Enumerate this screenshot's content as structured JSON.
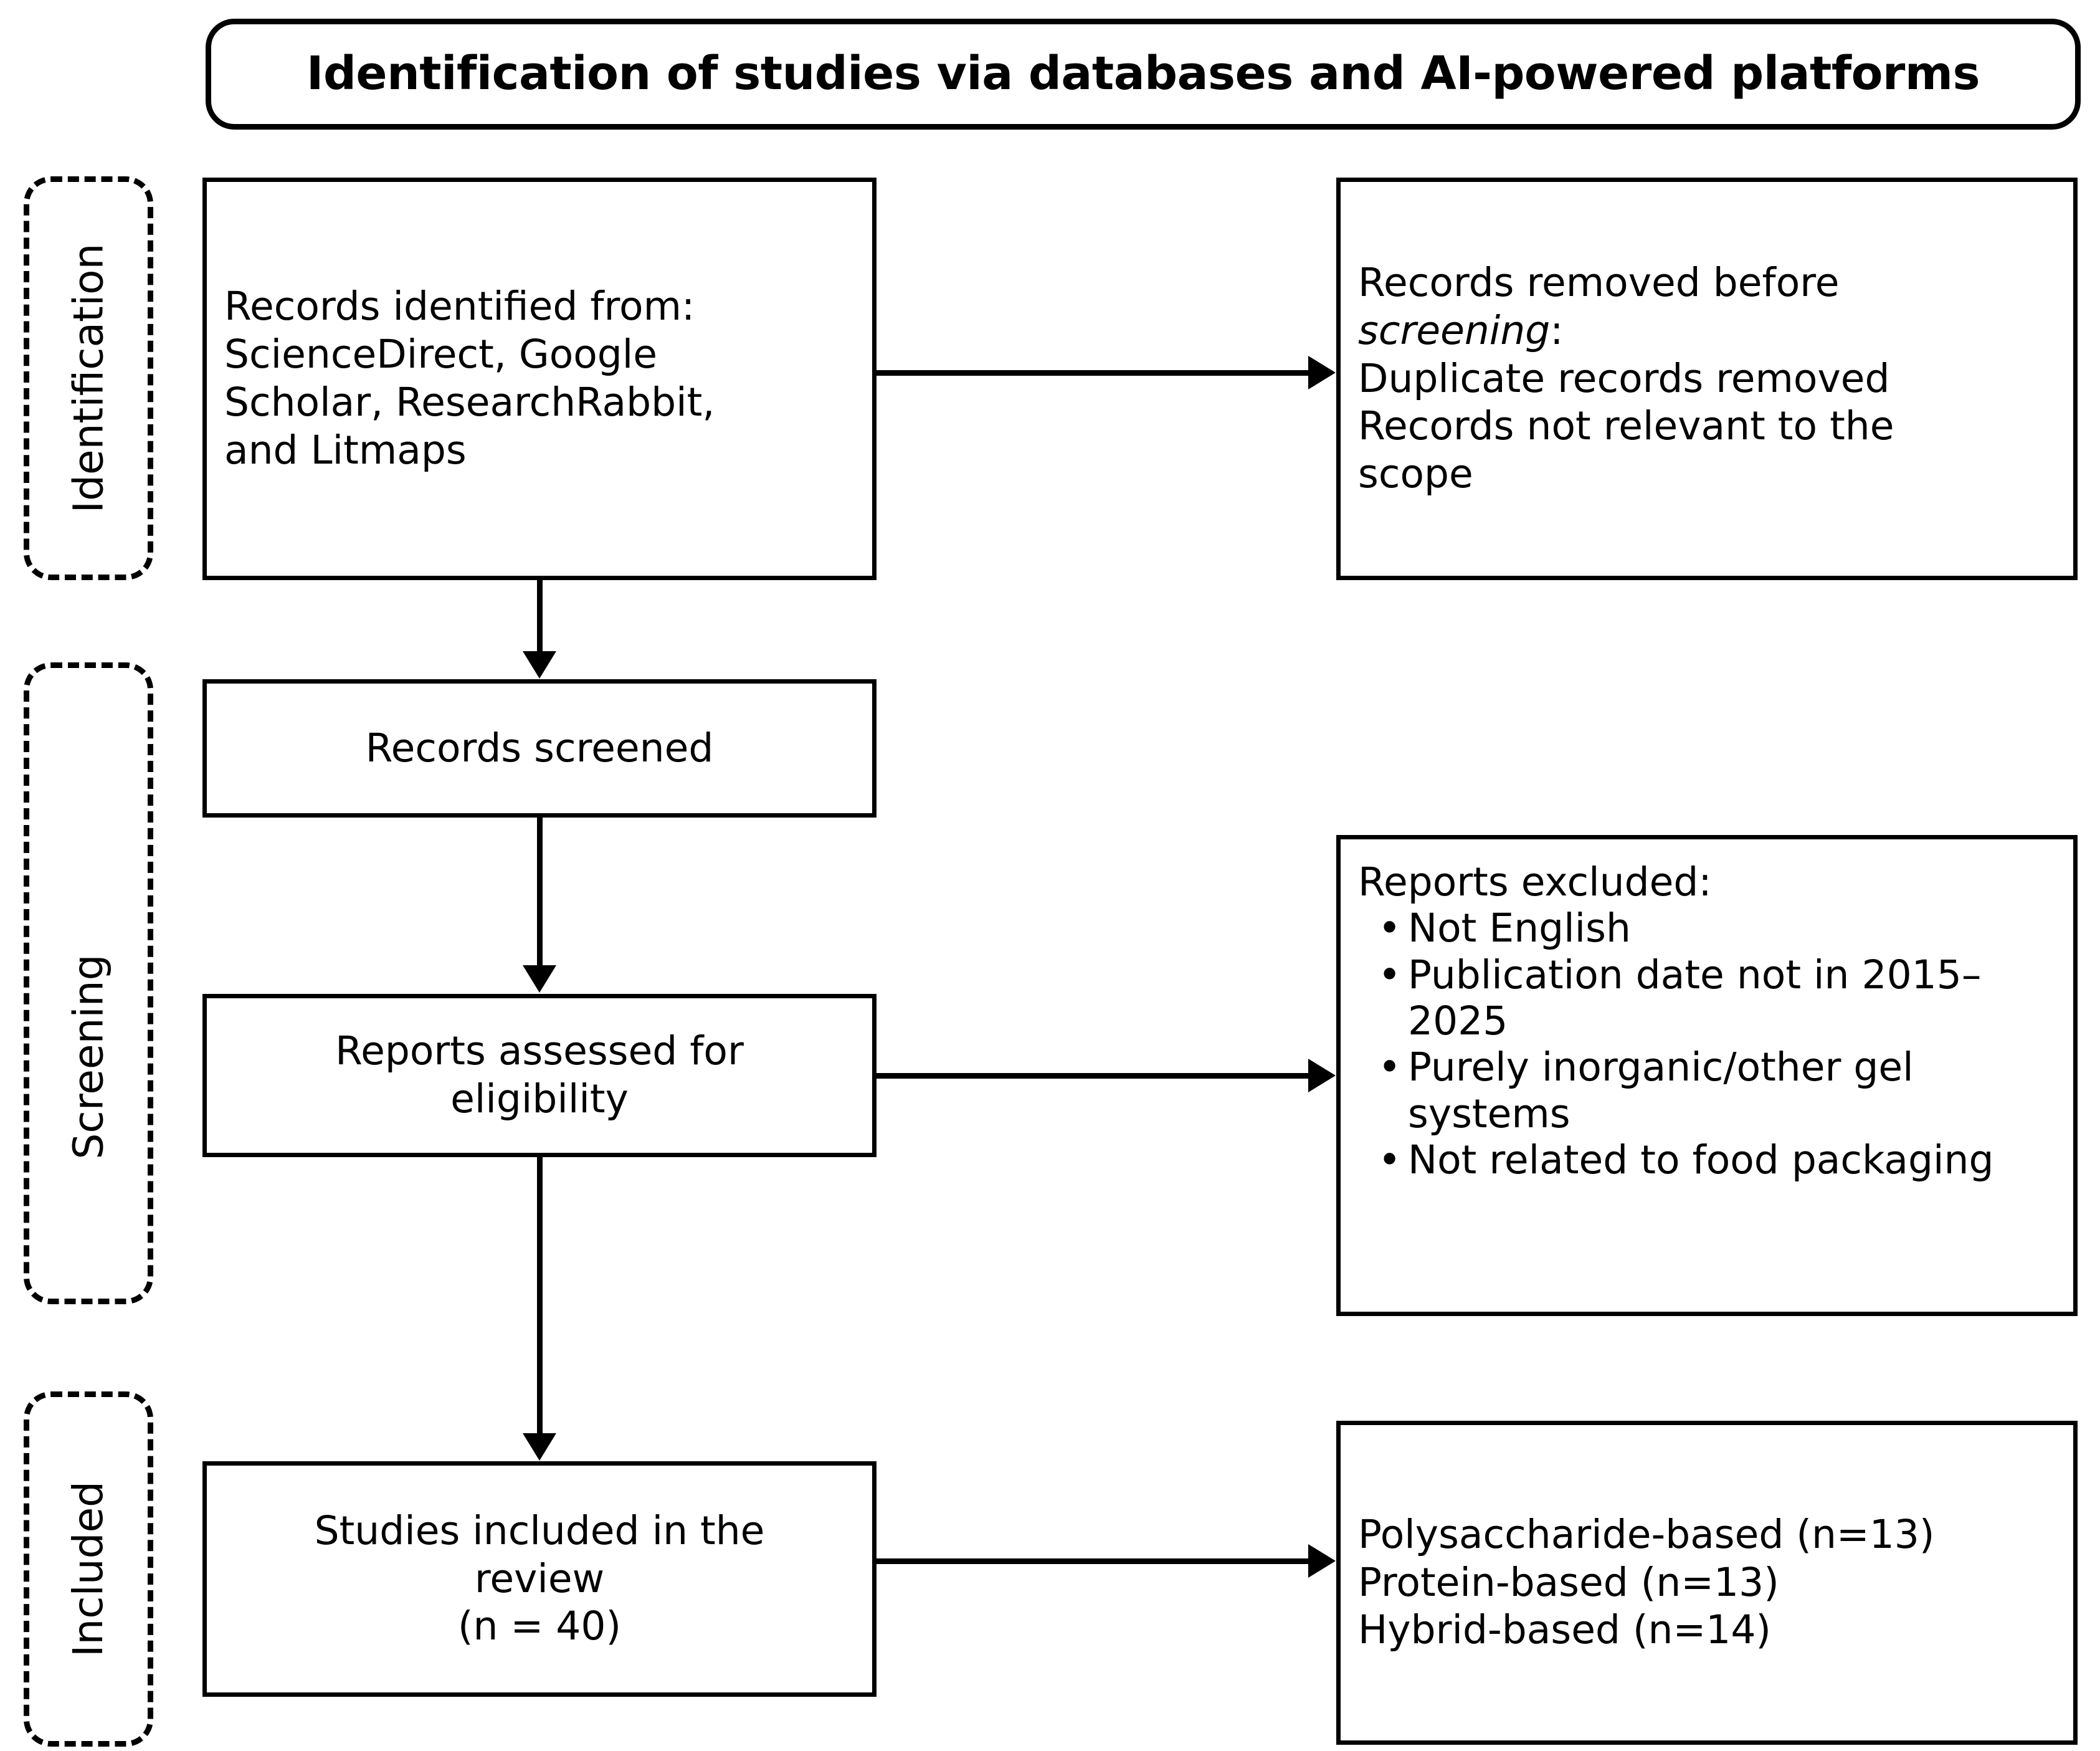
{
  "header": {
    "title": "Identification of studies via databases and AI-powered platforms"
  },
  "phases": {
    "identification": "Identification",
    "screening": "Screening",
    "included": "Included"
  },
  "boxes": {
    "records_identified": "Records identified from:\nScienceDirect, Google\nScholar, ResearchRabbit,\nand Litmaps",
    "records_removed_line1": "Records removed before",
    "records_removed_italic": "screening",
    "records_removed_colon": ":",
    "records_removed_rest": "Duplicate records removed\nRecords not relevant to the\nscope",
    "records_screened": "Records screened",
    "reports_assessed": "Reports assessed for\neligibility",
    "reports_excluded_head": "Reports excluded:",
    "reports_excluded_items": [
      "Not English",
      "Publication date not in 2015–2025",
      "Purely inorganic/other gel systems",
      "Not related to food packaging"
    ],
    "studies_included": "Studies included in the\nreview\n(n = 40)",
    "results": "Polysaccharide-based (n=13)\nProtein-based (n=13)\nHybrid-based (n=14)"
  },
  "icons": {
    "bullet": "•"
  },
  "colors": {
    "stroke": "#000000",
    "background": "#ffffff"
  }
}
